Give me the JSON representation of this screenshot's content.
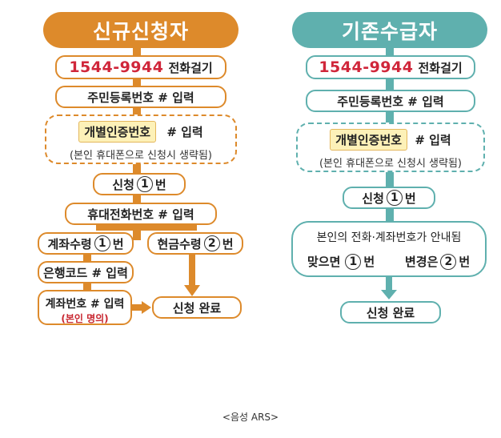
{
  "colors": {
    "orange": "#dd8a2b",
    "teal": "#5fb0ae",
    "red": "#d0263a",
    "highlight": "#fdf1b8"
  },
  "left": {
    "title": "신규신청자",
    "phone": "1544-9944",
    "call": "전화걸기",
    "step_resident": "주민등록번호 # 입력",
    "step_cert": "개별인증번호",
    "step_cert_input": "# 입력",
    "cert_note": "(본인 휴대폰으로 신청시 생략됨)",
    "apply_pre": "신청",
    "apply_num": "1",
    "apply_post": "번",
    "step_mobile": "휴대전화번호 # 입력",
    "account_pre": "계좌수령",
    "account_num": "1",
    "account_post": "번",
    "cash_pre": "현금수령",
    "cash_num": "2",
    "cash_post": "번",
    "bank_code": "은행코드 # 입력",
    "account_no": "계좌번호 # 입력",
    "account_note": "(본인 명의)",
    "done": "신청 완료"
  },
  "right": {
    "title": "기존수급자",
    "phone": "1544-9944",
    "call": "전화걸기",
    "step_resident": "주민등록번호 # 입력",
    "step_cert": "개별인증번호",
    "step_cert_input": "# 입력",
    "cert_note": "(본인 휴대폰으로 신청시 생략됨)",
    "apply_pre": "신청",
    "apply_num": "1",
    "apply_post": "번",
    "notice": "본인의 전화·계좌번호가 안내됨",
    "correct_pre": "맞으면",
    "correct_num": "1",
    "correct_post": "번",
    "change_pre": "변경은",
    "change_num": "2",
    "change_post": "번",
    "done": "신청 완료"
  },
  "caption": "<음성 ARS>"
}
